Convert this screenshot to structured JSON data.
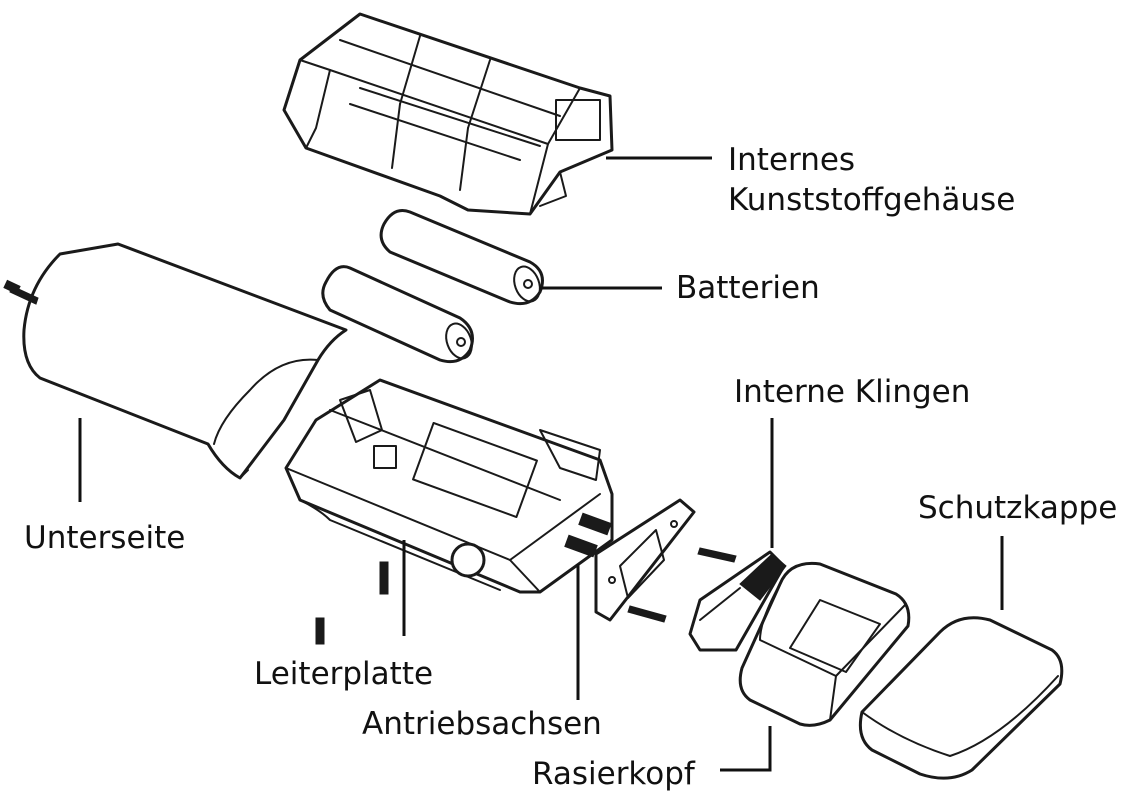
{
  "labels": {
    "housing_line1": "Internes",
    "housing_line2": "Kunststoffgehäuse",
    "batteries": "Batterien",
    "internal_blades": "Interne Klingen",
    "bottom": "Unterseite",
    "protective_cap": "Schutzkappe",
    "circuit_board": "Leiterplatte",
    "drive_axles": "Antriebsachsen",
    "shaving_head": "Rasierkopf"
  }
}
